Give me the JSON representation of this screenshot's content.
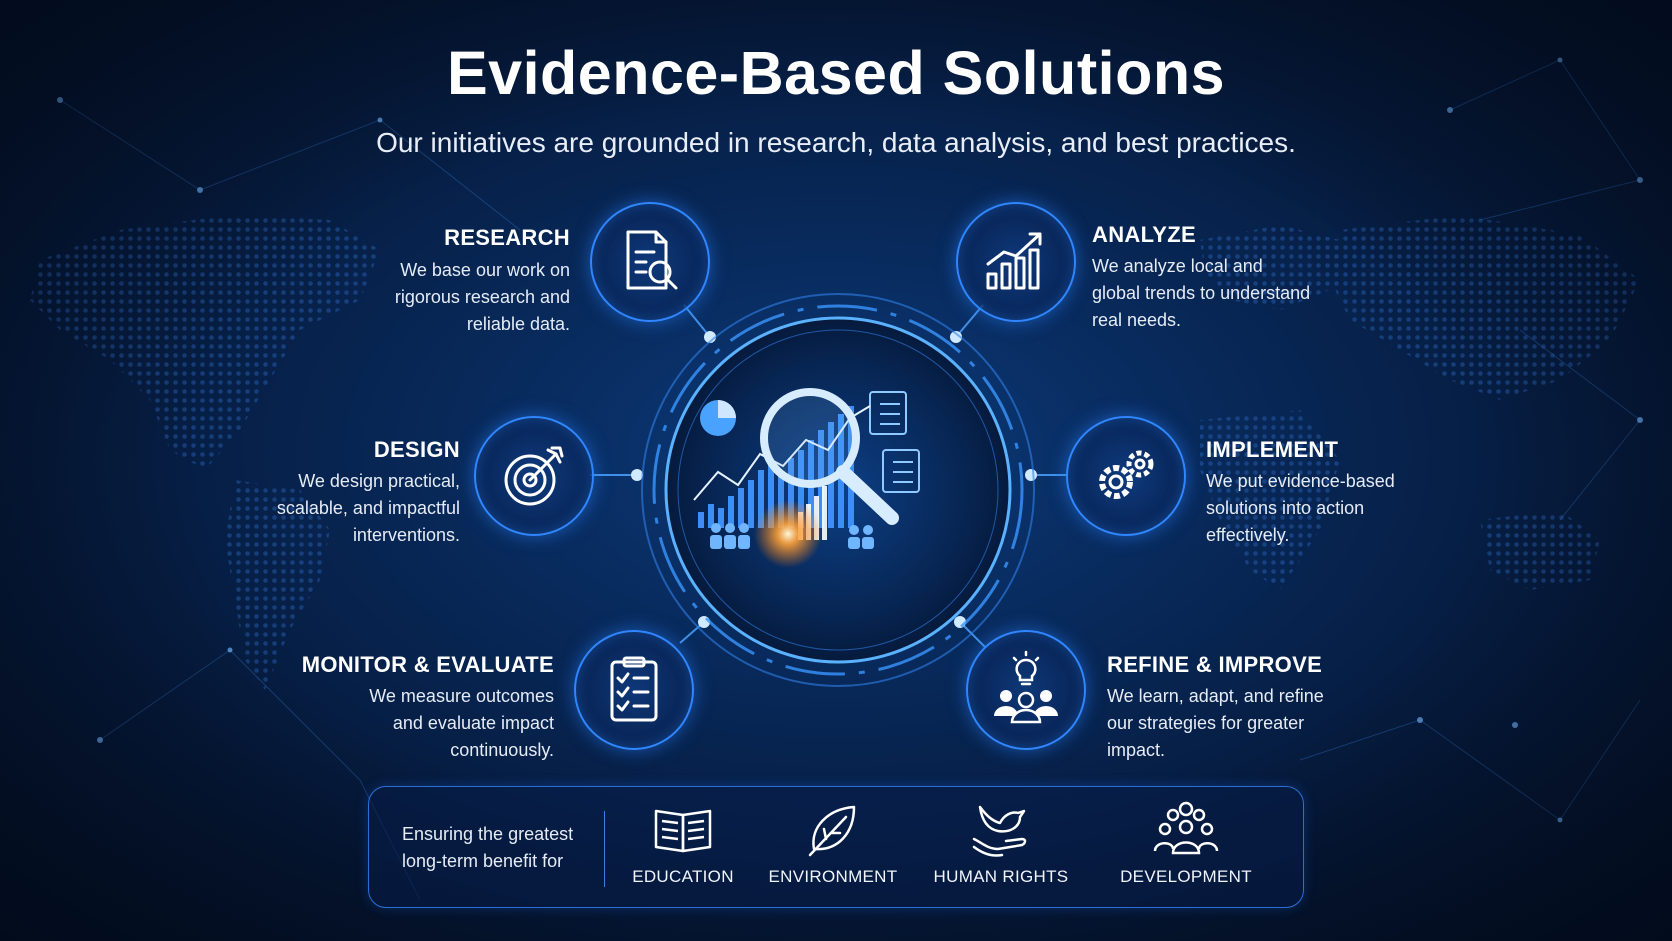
{
  "title": "Evidence-Based Solutions",
  "subtitle": "Our initiatives are grounded in research, data analysis, and best practices.",
  "steps": [
    {
      "heading": "RESEARCH",
      "lines": [
        "We base our work on",
        "rigorous research and",
        "reliable data."
      ],
      "icon": "document-magnifier-icon"
    },
    {
      "heading": "ANALYZE",
      "lines": [
        "We analyze local and",
        "global trends to understand",
        "real needs."
      ],
      "icon": "bar-chart-trend-icon"
    },
    {
      "heading": "DESIGN",
      "lines": [
        "We design practical,",
        "scalable, and impactful",
        "interventions."
      ],
      "icon": "target-arrow-icon"
    },
    {
      "heading": "IMPLEMENT",
      "lines": [
        "We put evidence-based",
        "solutions into action",
        "effectively."
      ],
      "icon": "gears-icon"
    },
    {
      "heading": "MONITOR & EVALUATE",
      "lines": [
        "We measure outcomes",
        "and evaluate impact",
        "continuously."
      ],
      "icon": "clipboard-checklist-icon"
    },
    {
      "heading": "REFINE & IMPROVE",
      "lines": [
        "We learn, adapt, and refine",
        "our strategies for greater",
        "impact."
      ],
      "icon": "team-lightbulb-icon"
    }
  ],
  "benefit": {
    "lead_lines": [
      "Ensuring the greatest",
      "long-term benefit for"
    ],
    "categories": [
      {
        "label": "EDUCATION",
        "icon": "open-book-icon"
      },
      {
        "label": "ENVIRONMENT",
        "icon": "leaf-icon"
      },
      {
        "label": "HUMAN RIGHTS",
        "icon": "dove-hands-icon"
      },
      {
        "label": "DEVELOPMENT",
        "icon": "people-group-icon"
      }
    ]
  },
  "colors": {
    "accent": "#2f86ff",
    "glow": "#9fd4ff",
    "highlight": "#ff9a2e",
    "background": "#061c40"
  }
}
